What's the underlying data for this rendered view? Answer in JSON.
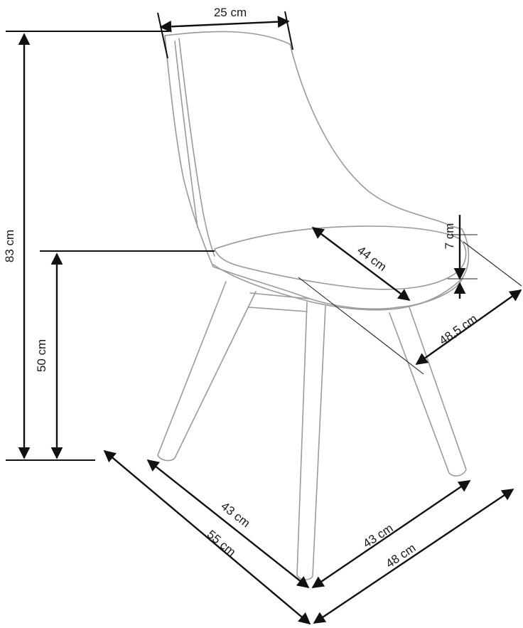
{
  "dimensions": {
    "backrest_width": "25 cm",
    "total_height": "83 cm",
    "seat_height": "50 cm",
    "seat_depth": "44 cm",
    "seat_thickness": "7 cm",
    "seat_width": "48,5 cm",
    "leg_span_side": "43 cm",
    "total_depth": "55 cm",
    "leg_span_front": "43 cm",
    "total_width": "48 cm"
  },
  "colors": {
    "outline": "#9a9a9a",
    "dimension_lines": "#111111"
  }
}
